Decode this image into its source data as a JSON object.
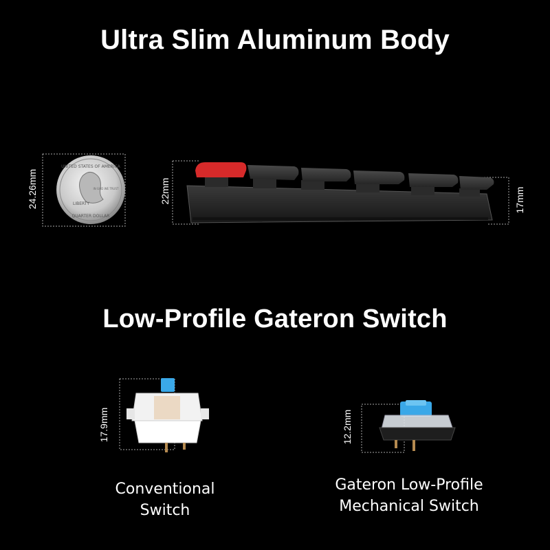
{
  "headings": {
    "body": "Ultra Slim Aluminum Body",
    "switch": "Low-Profile Gateron Switch"
  },
  "dimensions": {
    "coin": "24.26mm",
    "keyboard_front": "22mm",
    "keyboard_back": "17mm",
    "conventional": "17.9mm",
    "low_profile": "12.2mm"
  },
  "coin": {
    "top_text": "UNITED STATES OF AMERICA",
    "liberty": "LIBERTY",
    "bottom_text": "QUARTER DOLLAR",
    "motto": "IN GOD WE TRUST"
  },
  "captions": {
    "conventional": [
      "Conventional",
      "Switch"
    ],
    "low_profile": [
      "Gateron Low-Profile",
      "Mechanical Switch"
    ]
  },
  "colors": {
    "background": "#000000",
    "accent_key": "#d62a2a",
    "switch_blue": "#3aa8e8"
  }
}
